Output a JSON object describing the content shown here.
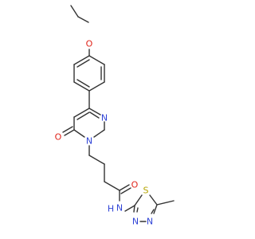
{
  "molecule": {
    "atoms": [
      {
        "id": "o_ether",
        "symbol": "O",
        "color": "#e0241a"
      },
      {
        "id": "n_ring_a",
        "symbol": "N",
        "color": "#2f43d6"
      },
      {
        "id": "n_ring_b",
        "symbol": "N",
        "color": "#2f43d6"
      },
      {
        "id": "o_ring",
        "symbol": "O",
        "color": "#e0241a"
      },
      {
        "id": "o_amide",
        "symbol": "O",
        "color": "#e0241a"
      },
      {
        "id": "n_h",
        "symbol": "N",
        "color": "#2f43d6"
      },
      {
        "id": "h_amide",
        "symbol": "H",
        "color": "#2f43d6"
      },
      {
        "id": "s_thiadiazole",
        "symbol": "S",
        "color": "#b5a400"
      },
      {
        "id": "n_td_a",
        "symbol": "N",
        "color": "#2f43d6"
      },
      {
        "id": "n_td_b",
        "symbol": "N",
        "color": "#2f43d6"
      }
    ]
  }
}
